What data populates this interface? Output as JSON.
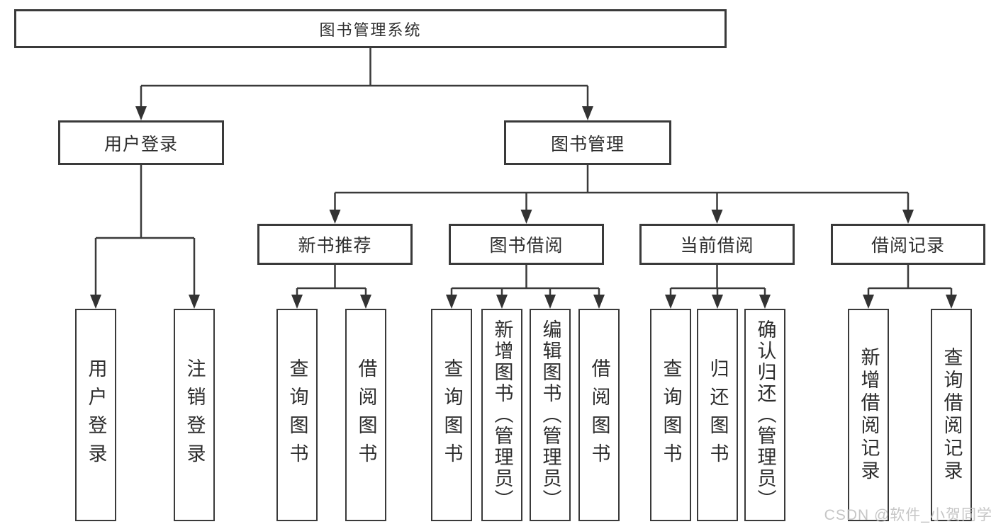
{
  "diagram": {
    "type": "hierarchy-tree",
    "colors": {
      "line": "#3a3a3a",
      "box_border": "#3a3a3a",
      "text": "#2e2e2e",
      "background": "#ffffff",
      "watermark": "#c1c1c1"
    }
  },
  "tree": {
    "label": "图书管理系统",
    "children": [
      {
        "label": "用户登录",
        "children": [
          {
            "label": "用户登录"
          },
          {
            "label": "注销登录"
          }
        ]
      },
      {
        "label": "图书管理",
        "children": [
          {
            "label": "新书推荐",
            "children": [
              {
                "label": "查询图书"
              },
              {
                "label": "借阅图书"
              }
            ]
          },
          {
            "label": "图书借阅",
            "children": [
              {
                "label": "查询图书"
              },
              {
                "label": "新增图书（管理员）"
              },
              {
                "label": "编辑图书（管理员）"
              },
              {
                "label": "借阅图书"
              }
            ]
          },
          {
            "label": "当前借阅",
            "children": [
              {
                "label": "查询图书"
              },
              {
                "label": "归还图书"
              },
              {
                "label": "确认归还（管理员）"
              }
            ]
          },
          {
            "label": "借阅记录",
            "children": [
              {
                "label": "新增借阅记录"
              },
              {
                "label": "查询借阅记录"
              }
            ]
          }
        ]
      }
    ]
  },
  "watermark": {
    "text": "CSDN @软件_小贺同学"
  }
}
